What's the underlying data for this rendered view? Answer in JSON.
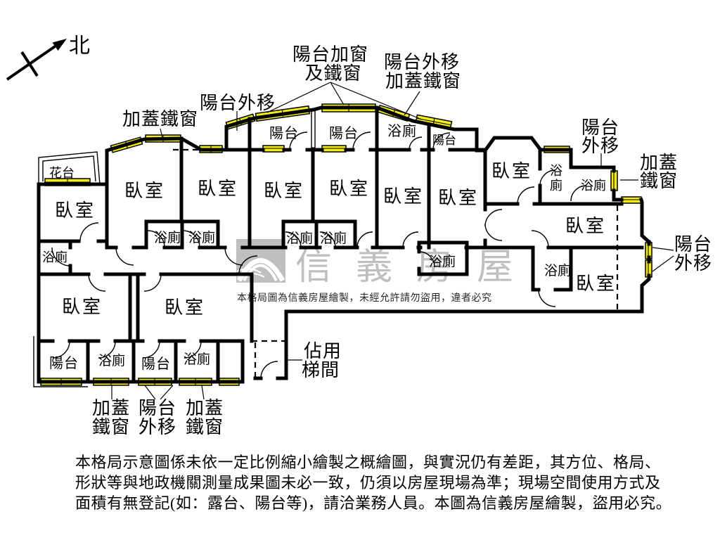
{
  "compass": {
    "north_label": "北"
  },
  "rooms": {
    "bedroom": "臥室",
    "bathroom": "浴廁",
    "balcony": "陽台",
    "flower_bed": "花台",
    "bath_char1": "浴",
    "bath_char2": "廁"
  },
  "callouts": {
    "top_covered_iron_window": "加蓋鐵窗",
    "top_balcony_moved": "陽台外移",
    "balcony_window_line1": "陽台加窗",
    "balcony_window_line2": "及鐵窗",
    "moved_covered_line1": "陽台外移",
    "moved_covered_line2": "加蓋鐵窗",
    "topright_balcony": "陽台",
    "topright_moved": "外移",
    "right_covered": "加蓋",
    "right_iron_window": "鐵窗",
    "midright_balcony": "陽台",
    "midright_moved": "外移",
    "stair_line1": "佔用",
    "stair_line2": "梯間",
    "bottom_covered1_line1": "加蓋",
    "bottom_covered1_line2": "鐵窗",
    "bottom_moved_line1": "陽台",
    "bottom_moved_line2": "外移",
    "bottom_covered2_line1": "加蓋",
    "bottom_covered2_line2": "鐵窗"
  },
  "watermark": {
    "brand": "信義房屋",
    "notice": "本格局圖為信義房屋繪製，未經允許請勿盜用，違者必究"
  },
  "disclaimer": {
    "line1": "本格局示意圖係未依一定比例縮小繪製之概繪圖，與實況仍有差距，其方位、格局、",
    "line2": "形狀等與地政機關測量成果圖未必一致，仍須以房屋現場為準；現場空間使用方式及",
    "line3": "面積有無登記(如：露台、陽台等)，請洽業務人員。本圖為信義房屋繪製，盜用必究。"
  },
  "colors": {
    "window_yellow": "#f3ec13",
    "wall_black": "#000000",
    "watermark_gray": "#b4b4b4"
  }
}
